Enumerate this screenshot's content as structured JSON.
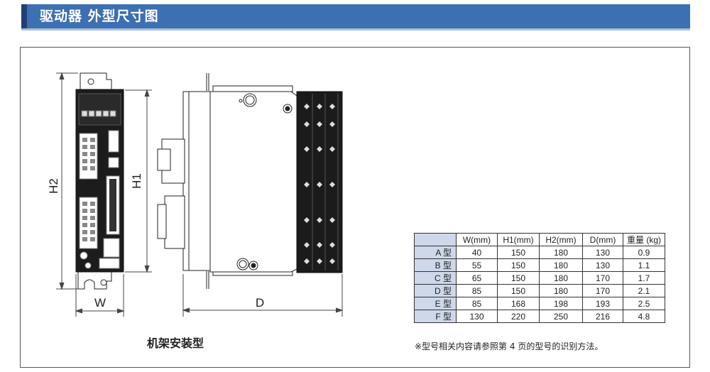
{
  "header": {
    "title": "驱动器  外型尺寸图"
  },
  "drawing": {
    "label_h2": "H2",
    "label_h1": "H1",
    "label_w": "W",
    "label_d": "D",
    "caption": "机架安装型"
  },
  "table": {
    "columns": [
      "",
      "W(mm)",
      "H1(mm)",
      "H2(mm)",
      "D(mm)",
      "重量 (kg)"
    ],
    "rows": [
      [
        "A 型",
        "40",
        "150",
        "180",
        "130",
        "0.9"
      ],
      [
        "B 型",
        "55",
        "150",
        "180",
        "130",
        "1.1"
      ],
      [
        "C 型",
        "65",
        "150",
        "180",
        "170",
        "1.7"
      ],
      [
        "D 型",
        "85",
        "150",
        "180",
        "170",
        "2.1"
      ],
      [
        "E 型",
        "85",
        "168",
        "198",
        "193",
        "2.5"
      ],
      [
        "F 型",
        "130",
        "220",
        "250",
        "216",
        "4.8"
      ]
    ]
  },
  "note": "※型号相关内容请参照第 4 页的型号的识别方法。",
  "colors": {
    "header_bg": "#3d6fb3",
    "header_accent": "#1f3f78",
    "table_head_bg": "#ced8ea"
  }
}
